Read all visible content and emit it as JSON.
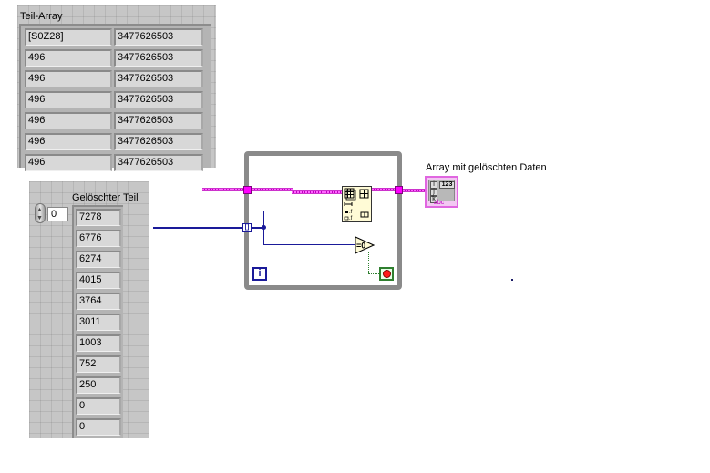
{
  "teil_array": {
    "label": "Teil-Array",
    "rows": [
      [
        "[S0Z28]",
        "3477626503"
      ],
      [
        "496",
        "3477626503"
      ],
      [
        "496",
        "3477626503"
      ],
      [
        "496",
        "3477626503"
      ],
      [
        "496",
        "3477626503"
      ],
      [
        "496",
        "3477626503"
      ],
      [
        "496",
        "3477626503"
      ]
    ]
  },
  "geloeschter_teil": {
    "label": "Gelöschter Teil",
    "index_value": "0",
    "values": [
      "7278",
      "6776",
      "6274",
      "4015",
      "3764",
      "3011",
      "1003",
      "752",
      "250",
      "0",
      "0"
    ]
  },
  "block_diagram": {
    "iteration_terminal": "i",
    "compare_label": "=0",
    "function_node": "Delete From Array",
    "index_tunnel": "[]"
  },
  "indicator": {
    "label": "Array mit gelöschten Daten",
    "dims": [
      "i",
      "j",
      "k"
    ],
    "num_label": "123",
    "abc_label": "abc"
  },
  "colors": {
    "panel_bg": "#c6c6c6",
    "wire_cluster": "#ff66ff",
    "wire_int": "#1a1a99",
    "loop_border": "#8a8a8a",
    "stop_green": "#2f7f2f",
    "stop_red": "#ff1a1a"
  }
}
